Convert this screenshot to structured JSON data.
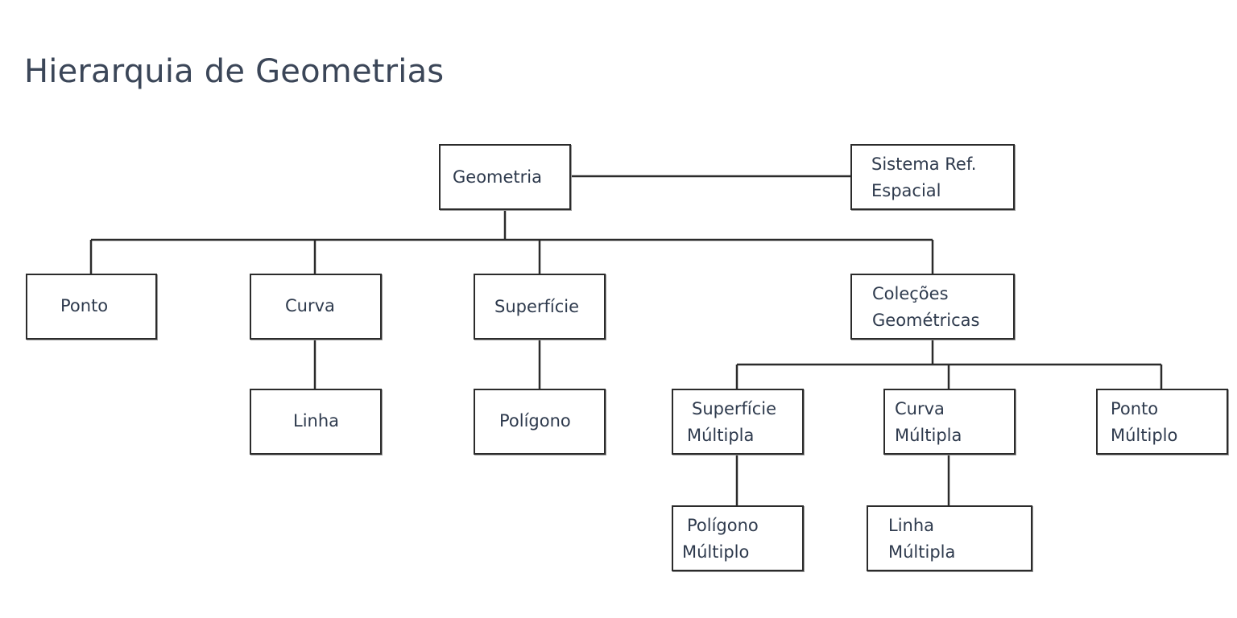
{
  "title": "Hierarquia de Geometrias",
  "nodes": {
    "geometria": "Geometria",
    "sistema_ref_1": "Sistema Ref.",
    "sistema_ref_2": "Espacial",
    "ponto": "Ponto",
    "curva": "Curva",
    "superficie": "Superfície",
    "colecoes_1": "Coleções",
    "colecoes_2": "Geométricas",
    "linha": "Linha",
    "poligono": "Polígono",
    "superficie_multipla_1": "Superfície",
    "superficie_multipla_2": "Múltipla",
    "curva_multipla_1": "Curva",
    "curva_multipla_2": "Múltipla",
    "ponto_multiplo_1": "Ponto",
    "ponto_multiplo_2": "Múltiplo",
    "poligono_multiplo_1": "Polígono",
    "poligono_multiplo_2": "Múltiplo",
    "linha_multipla_1": "Linha",
    "linha_multipla_2": "Múltipla"
  },
  "colors": {
    "title": "#3b4658",
    "text": "#2e3a4d",
    "line": "#2b2b2b"
  }
}
